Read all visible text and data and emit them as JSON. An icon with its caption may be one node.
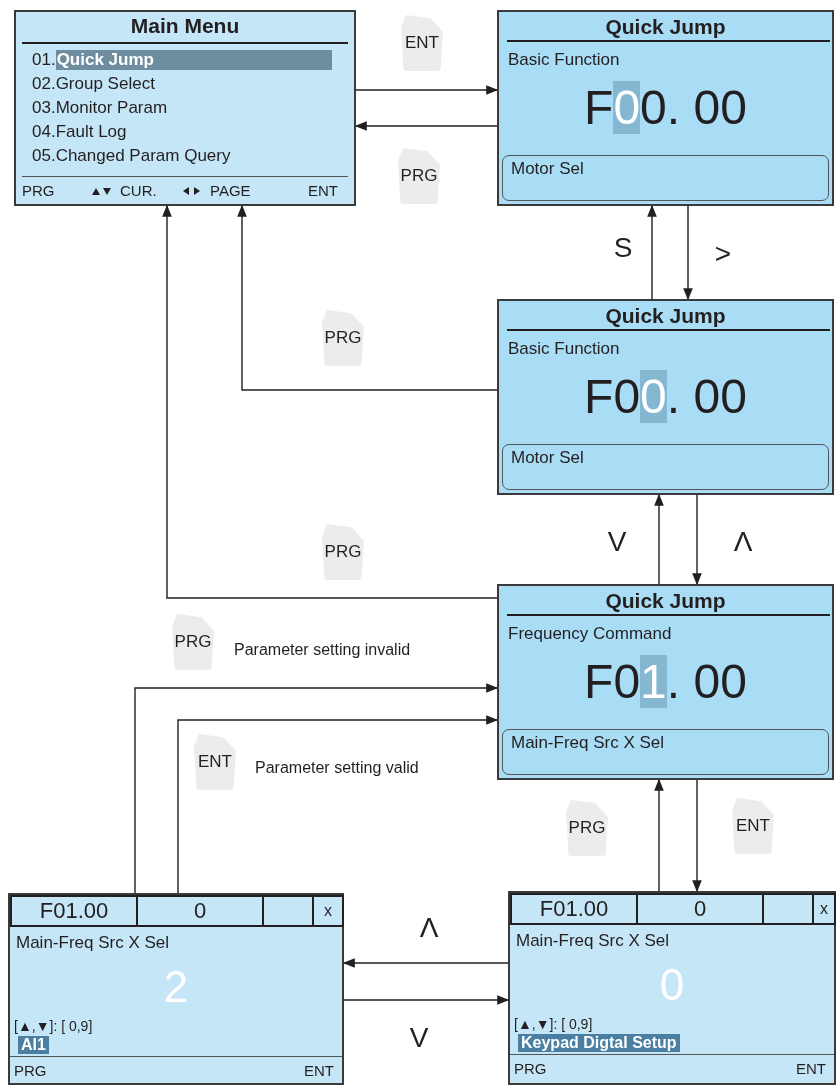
{
  "diagram": {
    "nodes": [
      {
        "text": [
          "Main Menu",
          "01.**Quick Jump**",
          "02.Group Select",
          "03.Monitor Param",
          "04.Fault Log",
          "05.Changed Param Query",
          "PRG",
          "CUR.",
          "PAGE",
          "ENT"
        ]
      },
      {
        "text": [
          "Quick Jump",
          "Basic Function",
          "F00. 00",
          "Motor Sel"
        ]
      },
      {
        "text": [
          "Quick Jump",
          "Basic Function",
          "F00. 00",
          "Motor Sel"
        ]
      },
      {
        "text": [
          "Quick Jump",
          "Frequency Command",
          "F01. 00",
          "Main-Freq Src X Sel"
        ]
      },
      {
        "text": [
          "F01.00",
          "0",
          "x",
          "Main-Freq Src X Sel",
          "2",
          "[▲,▼]: [ 0,9]",
          "AI1",
          "PRG",
          "ENT"
        ]
      },
      {
        "text": [
          "F01.00",
          "0",
          "x",
          "Main-Freq Src X Sel",
          "0",
          "[▲,▼]: [ 0,9]",
          "Keypad Digtal Setup",
          "PRG",
          "ENT"
        ]
      }
    ],
    "edges": [
      {
        "from": 0,
        "to": 1,
        "arrow": "to",
        "label": "ENT"
      },
      {
        "from": 1,
        "to": 0,
        "arrow": "to",
        "label": "PRG"
      },
      {
        "from": 2,
        "to": 1,
        "arrow": "to",
        "label": "S"
      },
      {
        "from": 1,
        "to": 2,
        "arrow": "to",
        "label": ">"
      },
      {
        "from": 2,
        "to": 0,
        "arrow": "to",
        "label": "PRG"
      },
      {
        "from": 3,
        "to": 0,
        "arrow": "to",
        "label": "PRG"
      },
      {
        "from": 3,
        "to": 2,
        "arrow": "to",
        "label": "V"
      },
      {
        "from": 2,
        "to": 3,
        "arrow": "to",
        "label": "Λ"
      },
      {
        "from": 3,
        "to": 5,
        "arrow": "to",
        "label": "ENT"
      },
      {
        "from": 5,
        "to": 3,
        "arrow": "to",
        "label": "PRG"
      },
      {
        "from": 5,
        "to": 4,
        "arrow": "to",
        "label": "Λ"
      },
      {
        "from": 4,
        "to": 5,
        "arrow": "to",
        "label": "V"
      },
      {
        "from": 4,
        "to": 3,
        "arrow": "to",
        "label": "PRG"
      },
      {
        "from": 4,
        "to": 3,
        "arrow": "to",
        "label": "ENT"
      }
    ],
    "labels": [
      "Parameter setting invalid",
      "Parameter setting valid"
    ]
  }
}
